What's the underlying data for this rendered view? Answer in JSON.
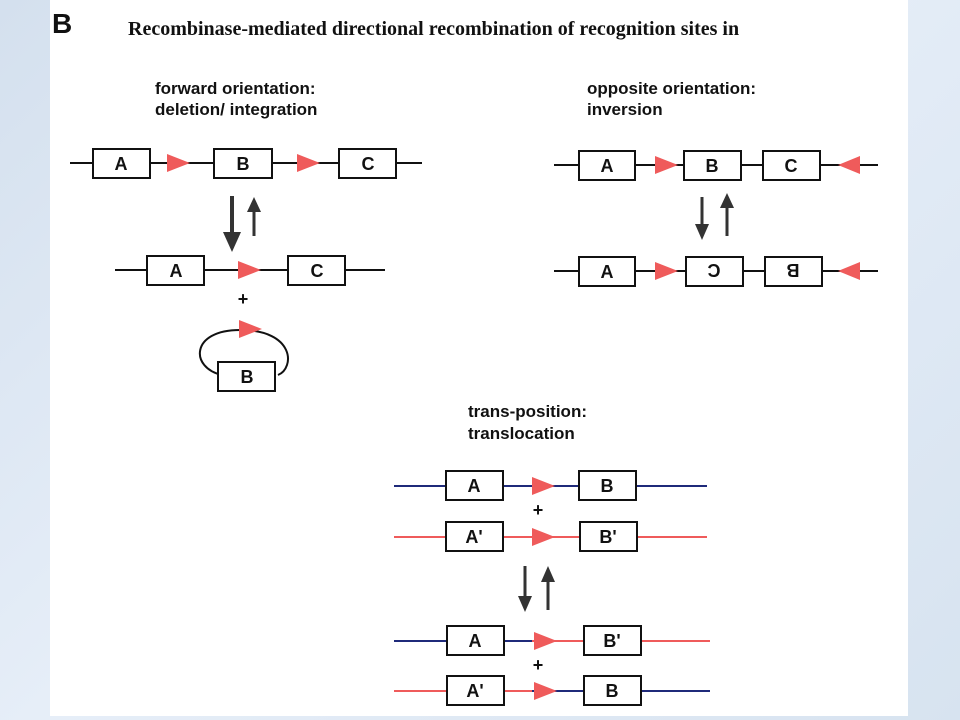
{
  "panel": {
    "letter": "B",
    "title": "Recombinase-mediated directional recombination of recognition sites in"
  },
  "forward": {
    "heading_line1": "forward orientation:",
    "heading_line2": "deletion/ integration",
    "boxes_top": [
      "A",
      "B",
      "C"
    ],
    "boxes_bottom": [
      "A",
      "C"
    ],
    "plus": "+",
    "circle_box": "B"
  },
  "opposite": {
    "heading_line1": "opposite orientation:",
    "heading_line2": "inversion",
    "boxes_top": [
      "A",
      "B",
      "C"
    ],
    "boxes_bottom": [
      "A",
      "C",
      "B"
    ]
  },
  "trans": {
    "heading_line1": "trans-position:",
    "heading_line2": "translocation",
    "top_row1": [
      "A",
      "B"
    ],
    "top_row2": [
      "A'",
      "B'"
    ],
    "bottom_row1": [
      "A",
      "B'"
    ],
    "bottom_row2": [
      "A'",
      "B"
    ],
    "plus": "+"
  },
  "colors": {
    "site": "#ef5b5b",
    "blue_strand": "#1f2a7a",
    "red_strand": "#ef5b5b",
    "line": "#111111",
    "arrow": "#333333"
  }
}
